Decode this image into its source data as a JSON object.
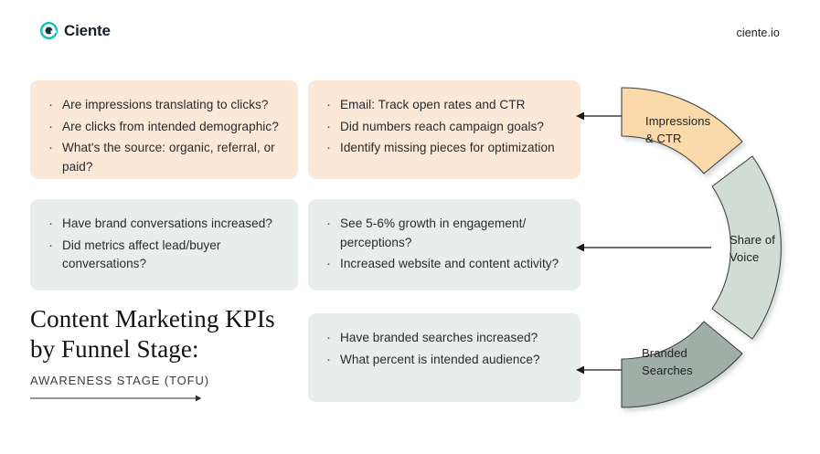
{
  "header": {
    "brand_name": "Ciente",
    "brand_icon": "ciente-circle-logo-icon",
    "site_url": "ciente.io",
    "brand_color": "#17bdb0"
  },
  "title": {
    "line1": "Content Marketing KPIs",
    "line2": "by Funnel Stage:",
    "subtitle": "AWARENESS STAGE (TOFU)"
  },
  "cards": {
    "top_left": {
      "bg": "#fbe8d6",
      "items": [
        "Are impressions translating to clicks?",
        "Are clicks from intended demographic?",
        "What's the source: organic, referral, or paid?"
      ]
    },
    "top_right": {
      "bg": "#fbe8d6",
      "items": [
        "Email: Track open rates and CTR",
        "Did numbers reach campaign goals?",
        "Identify missing pieces for optimization"
      ]
    },
    "middle_left": {
      "bg": "#e8eeeb",
      "items": [
        "Have brand conversations increased?",
        "Did metrics affect lead/buyer conversations?"
      ]
    },
    "middle_right": {
      "bg": "#e8eeeb",
      "items": [
        "See 5-6% growth in engagement/ perceptions?",
        "Increased website and content activity?"
      ]
    },
    "bottom_right": {
      "bg": "#e8eeeb",
      "items": [
        "Have branded searches increased?",
        "What percent is intended audience?"
      ]
    }
  },
  "arc": {
    "segments": [
      {
        "id": "impressions",
        "label_line1": "Impressions",
        "label_line2": "& CTR",
        "fill": "#fbd9aa"
      },
      {
        "id": "share",
        "label_line1": "Share of",
        "label_line2": "Voice",
        "fill": "#cfddd5"
      },
      {
        "id": "branded",
        "label_line1": "Branded",
        "label_line2": "Searches",
        "fill": "#9fafa8"
      }
    ]
  },
  "connectors": [
    {
      "id": "arrow-impressions",
      "direction": "left"
    },
    {
      "id": "arrow-share",
      "direction": "left"
    },
    {
      "id": "arrow-branded",
      "direction": "left"
    }
  ]
}
